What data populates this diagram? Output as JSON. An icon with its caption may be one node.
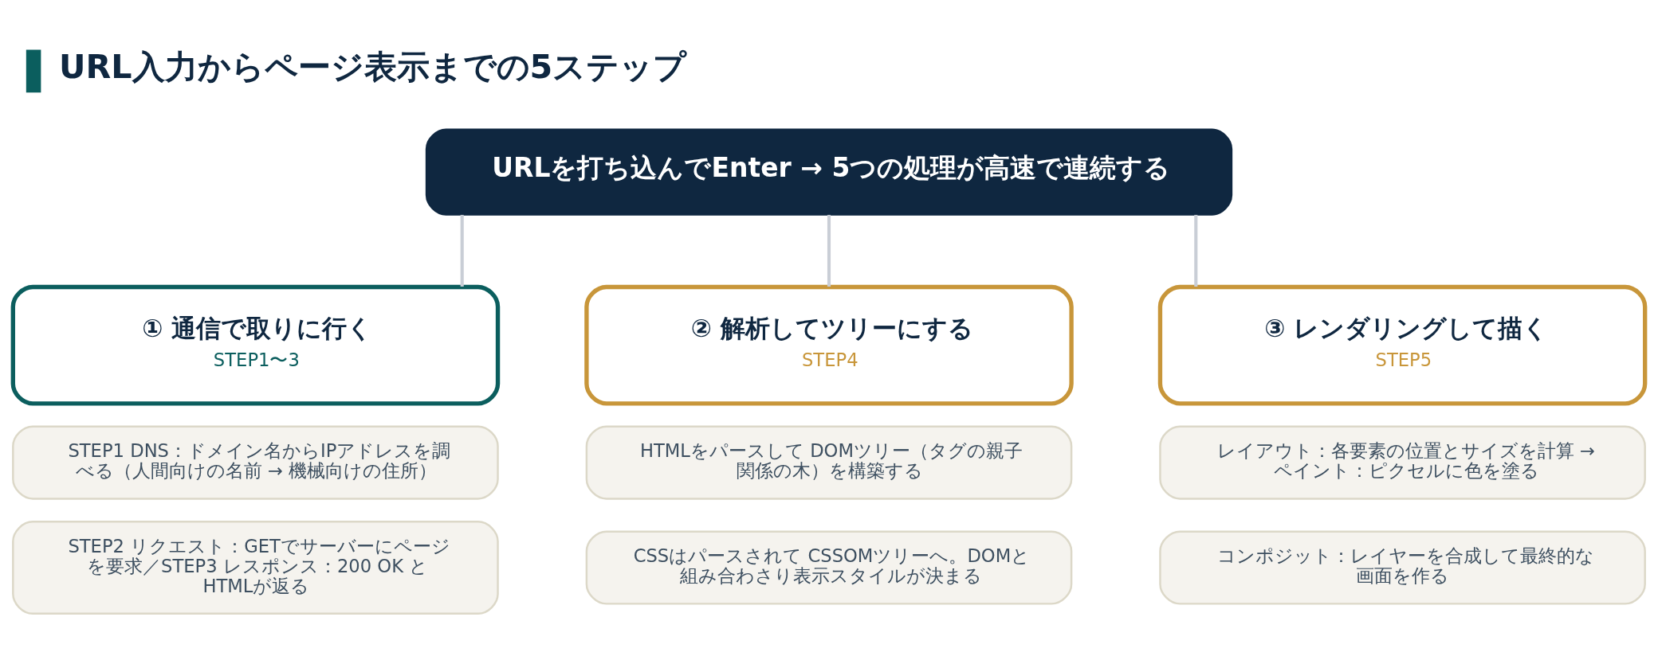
{
  "diagram": {
    "title": "URL入力からページ表示までの5ステップ",
    "nodes": [
      {
        "text": [
          "URLを打ち込んでEnter → 5つの処理が高速で連続する"
        ]
      },
      {
        "text": [
          "① 通信で取りに行く",
          "STEP1〜3"
        ]
      },
      {
        "text": [
          "② 解析してツリーにする",
          "STEP4"
        ]
      },
      {
        "text": [
          "③ レンダリングして描く",
          "STEP5"
        ]
      },
      {
        "text": [
          "STEP1 DNS：ドメイン名からIPアドレスを調べる（人間向けの名前 → 機械向けの住所）"
        ]
      },
      {
        "text": [
          "HTMLをパースして DOMツリー（タグの親子関係の木）を構築する"
        ]
      },
      {
        "text": [
          "レイアウト：各要素の位置とサイズを計算 → ペイント：ピクセルに色を塗る"
        ]
      },
      {
        "text": [
          "STEP2 リクエスト：GETでサーバーにページを要求／STEP3 レスポンス：200 OK とHTMLが返る"
        ]
      },
      {
        "text": [
          "CSSはパースされて CSSOMツリーへ。DOMと組み合わさり表示スタイルが決まる"
        ]
      },
      {
        "text": [
          "コンポジット：レイヤーを合成して最終的な画面を作る"
        ]
      }
    ],
    "edges": [
      {
        "from": 0,
        "to": 1,
        "arrow": "none"
      },
      {
        "from": 0,
        "to": 2,
        "arrow": "none"
      },
      {
        "from": 0,
        "to": 3,
        "arrow": "none"
      }
    ]
  }
}
